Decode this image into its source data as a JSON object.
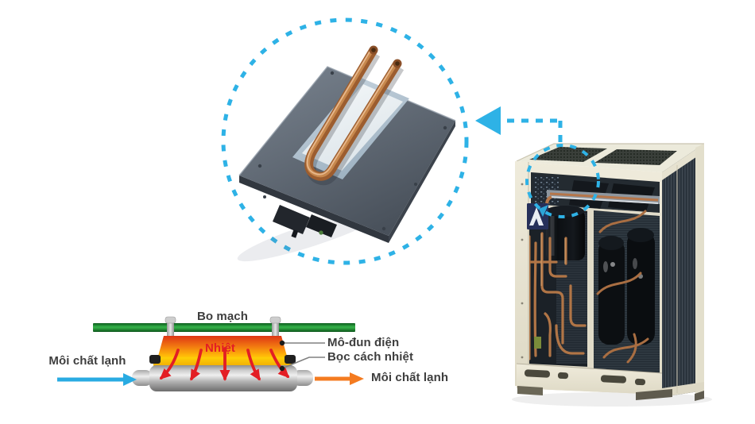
{
  "labels": {
    "circuit_board": "Bo mạch",
    "heat": "Nhiệt",
    "electric_module": "Mô-đun điện",
    "thermal_insulation": "Bọc cách nhiệt",
    "refrigerant_in": "Môi chất lạnh",
    "refrigerant_out": "Môi chất lạnh"
  },
  "icons": {
    "callout_circle": "dashed-circle",
    "pointer_arrow": "dashed-arrow-left",
    "unit_highlight_circle": "dashed-circle-small",
    "cooling_plate_photo": "pcb-cooling-plate-with-copper-pipe",
    "outdoor_unit_photo": "vrv-outdoor-unit-cutaway",
    "brand_mark": "daikin-logo"
  },
  "colors": {
    "accent_cyan": "#2eb2e6",
    "pcb_green": "#2da03f",
    "heat_red": "#e31e24",
    "flow_in_cyan": "#29abe2",
    "flow_out_orange": "#f47b20",
    "label_text": "#3e3e3e",
    "heat_gradient_top": "#de3517",
    "heat_gradient_bottom": "#ffd60a"
  }
}
